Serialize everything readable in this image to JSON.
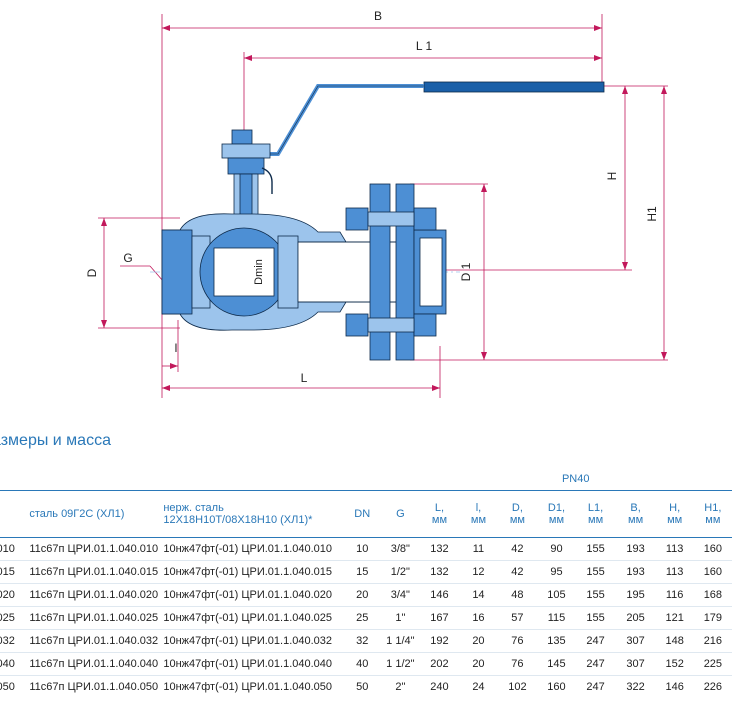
{
  "drawing": {
    "labels": {
      "B": "B",
      "L1": "L 1",
      "H": "H",
      "H1": "H1",
      "D": "D",
      "G": "G",
      "Dmin": "Dmin",
      "D1": "D 1",
      "l": "l",
      "L": "L"
    },
    "colors": {
      "body": "#4d8fd4",
      "body_light": "#9cc4ec",
      "dim": "#c2185b",
      "handle": "#1a5fa8",
      "outline": "#0d2a4a"
    }
  },
  "section": {
    "title": "азмеры и масса"
  },
  "table": {
    "pn_label": "PN40",
    "headers": {
      "steel1": "сталь 09Г2С (ХЛ1)",
      "steel2_line1": "нерж. сталь",
      "steel2_line2": "12Х18Н10Т/08Х18Н10 (ХЛ1)*",
      "dn": "DN",
      "g": "G",
      "L": "L,",
      "l": "l,",
      "D": "D,",
      "D1": "D1,",
      "L1": "L1,",
      "B": "B,",
      "H": "H,",
      "H1": "H1,",
      "unit": "мм"
    },
    "rows": [
      {
        "code": "010",
        "steel1": "11с67п ЦРИ.01.1.040.010",
        "steel2": "10нж47фт(-01) ЦРИ.01.1.040.010",
        "dn": "10",
        "g": "3/8\"",
        "L": "132",
        "l": "11",
        "D": "42",
        "D1": "90",
        "L1": "155",
        "B": "193",
        "H": "113",
        "H1": "160"
      },
      {
        "code": "015",
        "steel1": "11с67п ЦРИ.01.1.040.015",
        "steel2": "10нж47фт(-01) ЦРИ.01.1.040.015",
        "dn": "15",
        "g": "1/2\"",
        "L": "132",
        "l": "12",
        "D": "42",
        "D1": "95",
        "L1": "155",
        "B": "193",
        "H": "113",
        "H1": "160"
      },
      {
        "code": "020",
        "steel1": "11с67п ЦРИ.01.1.040.020",
        "steel2": "10нж47фт(-01) ЦРИ.01.1.040.020",
        "dn": "20",
        "g": "3/4\"",
        "L": "146",
        "l": "14",
        "D": "48",
        "D1": "105",
        "L1": "155",
        "B": "195",
        "H": "116",
        "H1": "168"
      },
      {
        "code": "025",
        "steel1": "11с67п ЦРИ.01.1.040.025",
        "steel2": "10нж47фт(-01) ЦРИ.01.1.040.025",
        "dn": "25",
        "g": "1\"",
        "L": "167",
        "l": "16",
        "D": "57",
        "D1": "115",
        "L1": "155",
        "B": "205",
        "H": "121",
        "H1": "179"
      },
      {
        "code": "032",
        "steel1": "11с67п ЦРИ.01.1.040.032",
        "steel2": "10нж47фт(-01) ЦРИ.01.1.040.032",
        "dn": "32",
        "g": "1 1/4\"",
        "L": "192",
        "l": "20",
        "D": "76",
        "D1": "135",
        "L1": "247",
        "B": "307",
        "H": "148",
        "H1": "216"
      },
      {
        "code": "040",
        "steel1": "11с67п ЦРИ.01.1.040.040",
        "steel2": "10нж47фт(-01) ЦРИ.01.1.040.040",
        "dn": "40",
        "g": "1 1/2\"",
        "L": "202",
        "l": "20",
        "D": "76",
        "D1": "145",
        "L1": "247",
        "B": "307",
        "H": "152",
        "H1": "225"
      },
      {
        "code": "050",
        "steel1": "11с67п ЦРИ.01.1.040.050",
        "steel2": "10нж47фт(-01) ЦРИ.01.1.040.050",
        "dn": "50",
        "g": "2\"",
        "L": "240",
        "l": "24",
        "D": "102",
        "D1": "160",
        "L1": "247",
        "B": "322",
        "H": "146",
        "H1": "226"
      }
    ]
  }
}
